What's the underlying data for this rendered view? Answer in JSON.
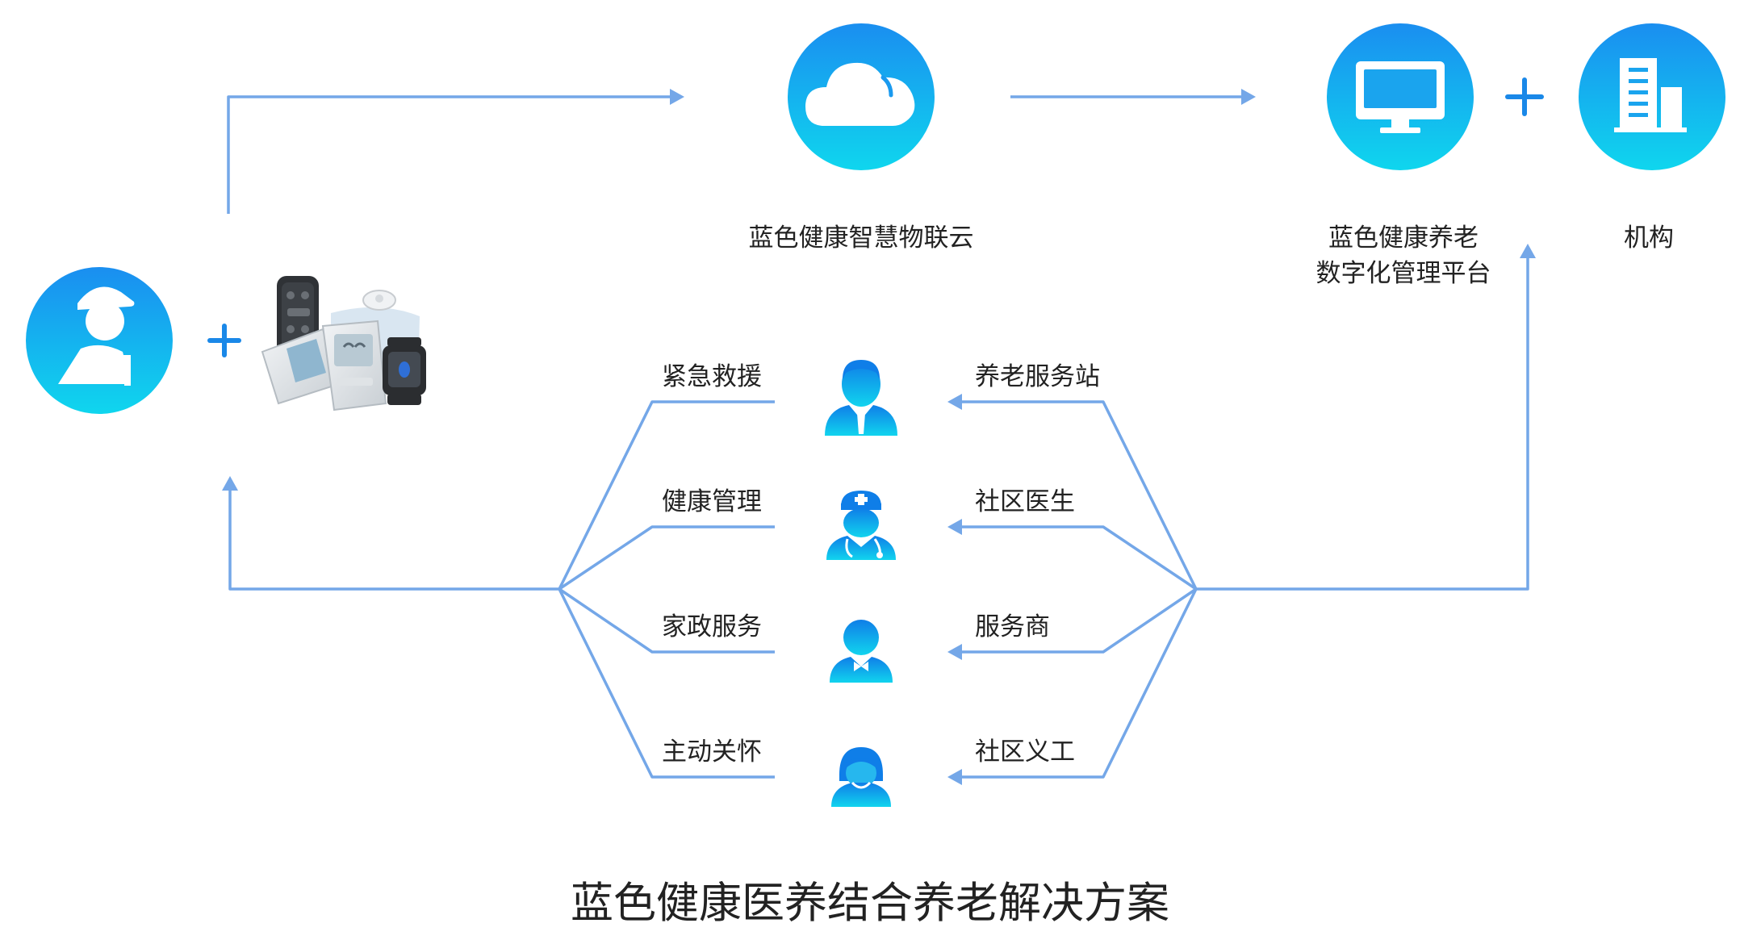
{
  "title": "蓝色健康医养结合养老解决方案",
  "cloud": {
    "label": "蓝色健康智慧物联云",
    "icon": "cloud-icon"
  },
  "platform": {
    "label_line1": "蓝色健康养老",
    "label_line2": "数字化管理平台",
    "icon": "monitor-icon"
  },
  "institution": {
    "label": "机构",
    "icon": "building-icon"
  },
  "elder": {
    "icon": "elderly-person-icon",
    "devices": "health-devices-icon"
  },
  "left_services": [
    "紧急救援",
    "健康管理",
    "家政服务",
    "主动关怀"
  ],
  "right_providers": [
    "养老服务站",
    "社区医生",
    "服务商",
    "社区义工"
  ],
  "role_icons": [
    "operator-icon",
    "doctor-icon",
    "butler-icon",
    "volunteer-icon"
  ],
  "colors": {
    "line": "#74a7e8",
    "grad_top": "#1a8ef0",
    "grad_bottom": "#0fd6ee",
    "plus": "#1a88e8",
    "role_top": "#0f7ee8",
    "role_bottom": "#11d4ee"
  }
}
